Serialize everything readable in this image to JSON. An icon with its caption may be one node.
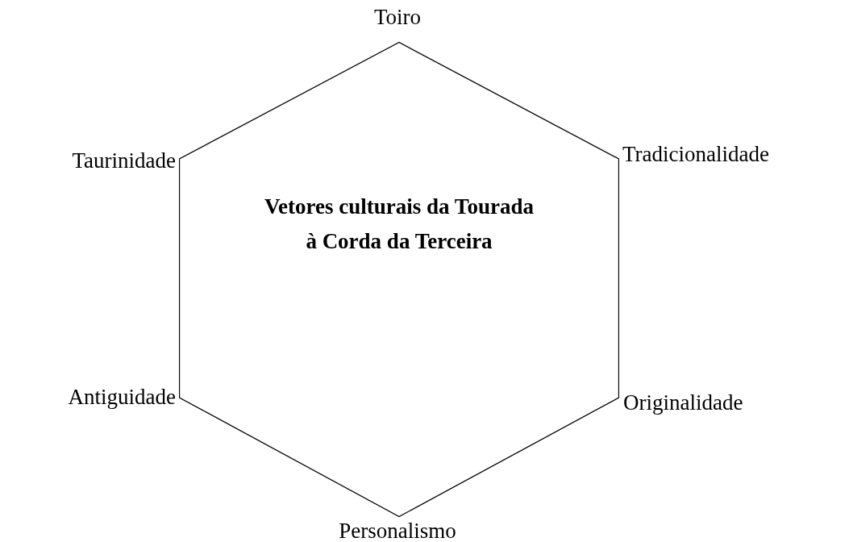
{
  "diagram": {
    "nodes": [
      {
        "text": [
          "Vetores culturais da Tourada à Corda da Terceira"
        ]
      }
    ],
    "labels": [
      "Toiro",
      "Taurinidade",
      "Tradicionalidade",
      "Antiguidade",
      "Originalidade",
      "Personalismo"
    ]
  }
}
